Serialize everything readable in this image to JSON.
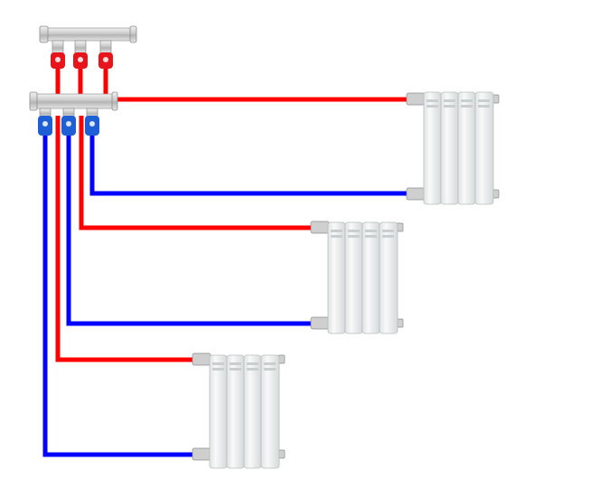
{
  "colors": {
    "background": "#ffffff",
    "supply_pipe": "#ff0000",
    "return_pipe": "#0000ff",
    "supply_valve": "#e8141b",
    "return_valve": "#1f5fd6",
    "manifold_metal": "#c8c8c8",
    "radiator_body": "#eef0f0",
    "radiator_shade": "#d2d6d6"
  },
  "supply_manifold": {
    "icon": "manifold-icon",
    "outlets": 3,
    "valve_color": "supply"
  },
  "return_manifold": {
    "icon": "manifold-icon",
    "outlets": 3,
    "valve_color": "return"
  },
  "radiators": [
    {
      "id": "radiator-1",
      "sections": 4,
      "icon": "radiator-icon"
    },
    {
      "id": "radiator-2",
      "sections": 4,
      "icon": "radiator-icon"
    },
    {
      "id": "radiator-3",
      "sections": 4,
      "icon": "radiator-icon"
    }
  ],
  "pipes": [
    {
      "id": "supply-pipe-1",
      "type": "supply",
      "to": "radiator-1"
    },
    {
      "id": "return-pipe-1",
      "type": "return",
      "to": "radiator-1"
    },
    {
      "id": "supply-pipe-2",
      "type": "supply",
      "to": "radiator-2"
    },
    {
      "id": "return-pipe-2",
      "type": "return",
      "to": "radiator-2"
    },
    {
      "id": "supply-pipe-3",
      "type": "supply",
      "to": "radiator-3"
    },
    {
      "id": "return-pipe-3",
      "type": "return",
      "to": "radiator-3"
    }
  ]
}
